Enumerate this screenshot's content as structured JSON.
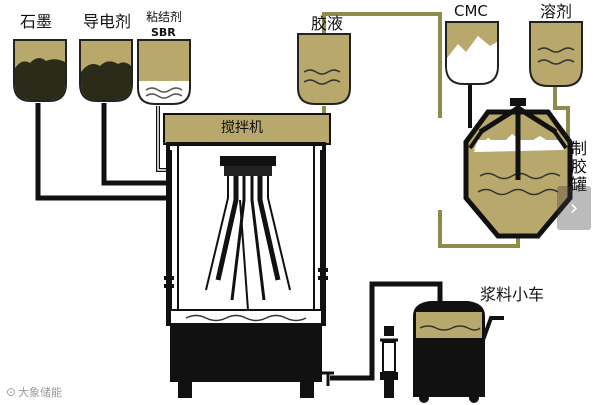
{
  "labels": {
    "graphite": "石墨",
    "conductive_agent": "导电剂",
    "binder": "粘结剂",
    "sbr": "SBR",
    "glue_liquid": "胶液",
    "cmc": "CMC",
    "solvent": "溶剂",
    "mixer": "搅拌机",
    "glue_tank": "制胶罐",
    "slurry_cart": "浆料小车"
  },
  "watermark": "大象储能",
  "nav": {
    "next_icon": "›"
  },
  "colors": {
    "tank_fill": "#b9a86b",
    "tank_dark": "#2b2b1a",
    "pipe_black": "#111111",
    "pipe_olive": "#8f8a4e",
    "mixer_frame": "#1a1a1a",
    "cmc_white": "#ffffff"
  }
}
